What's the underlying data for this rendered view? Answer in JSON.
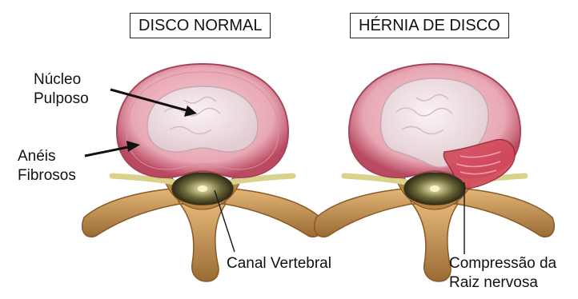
{
  "titles": {
    "normal": "DISCO NORMAL",
    "herniated": "HÉRNIA DE DISCO"
  },
  "labels": {
    "nucleus_line1": "Núcleo",
    "nucleus_line2": "Pulposo",
    "annulus_line1": "Anéis",
    "annulus_line2": "Fibrosos",
    "canal": "Canal Vertebral",
    "compression_line1": "Compressão da",
    "compression_line2": "Raiz nervosa"
  },
  "colors": {
    "annulus": "#e8a8b4",
    "annulus_edge": "#b94a62",
    "nucleus": "#efe2e6",
    "bone": "#c8954f",
    "bone_dark": "#8a5a26",
    "herniation": "#d24a5c"
  }
}
